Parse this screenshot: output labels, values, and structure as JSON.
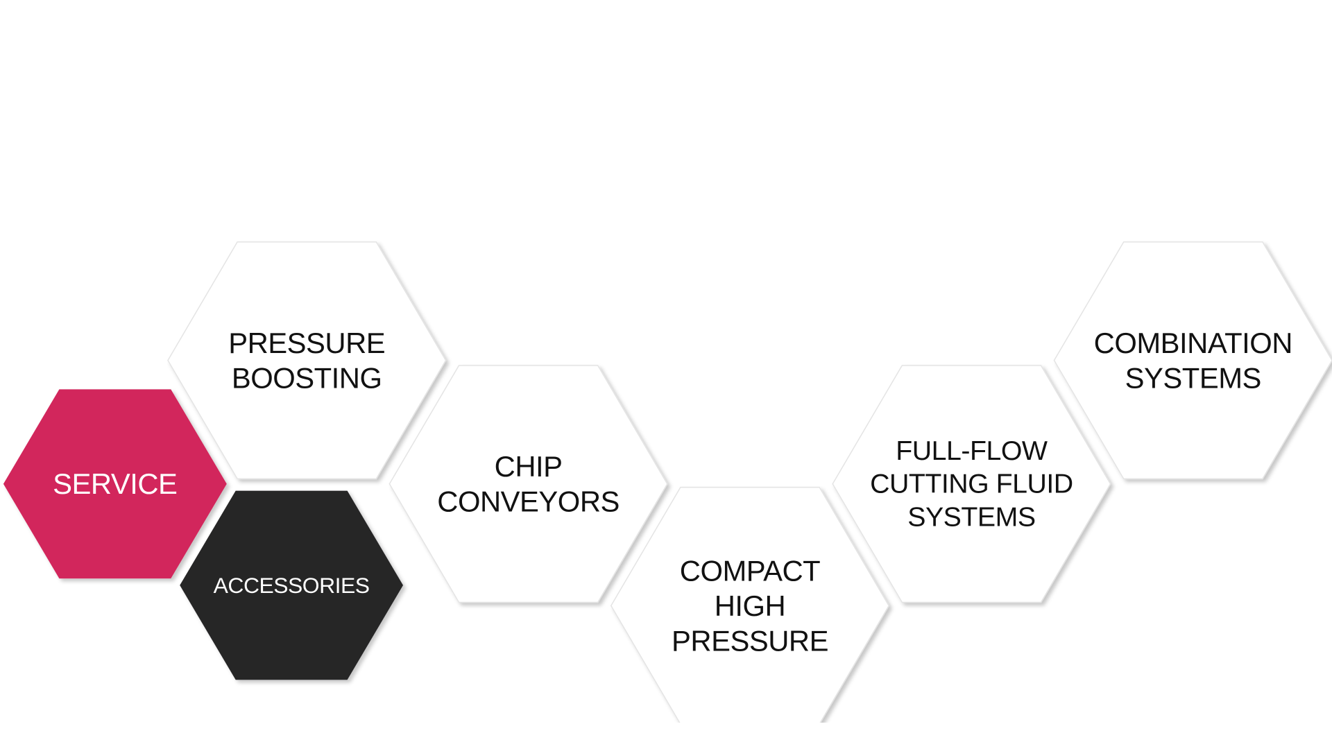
{
  "colors": {
    "background": "#ffffff",
    "tile_light": "#ffffff",
    "tile_light_text": "#111111",
    "tile_service": "#d2265b",
    "tile_service_text": "#ffffff",
    "tile_accessories": "#262528",
    "tile_accessories_text": "#ffffff"
  },
  "tiles": [
    {
      "id": "service",
      "lines": [
        "SERVICE"
      ],
      "style": "service"
    },
    {
      "id": "pressure-boosting",
      "lines": [
        "PRESSURE",
        "BOOSTING"
      ],
      "style": "light"
    },
    {
      "id": "accessories",
      "lines": [
        "ACCESSORIES"
      ],
      "style": "accessories"
    },
    {
      "id": "chip-conveyors",
      "lines": [
        "CHIP",
        "CONVEYORS"
      ],
      "style": "light"
    },
    {
      "id": "compact-high-pressure",
      "lines": [
        "COMPACT",
        "HIGH",
        "PRESSURE"
      ],
      "style": "light"
    },
    {
      "id": "full-flow-cutting-fluid-systems",
      "lines": [
        "FULL-FLOW",
        "CUTTING FLUID",
        "SYSTEMS"
      ],
      "style": "light"
    },
    {
      "id": "combination-systems",
      "lines": [
        "COMBINATION",
        "SYSTEMS"
      ],
      "style": "light"
    }
  ]
}
